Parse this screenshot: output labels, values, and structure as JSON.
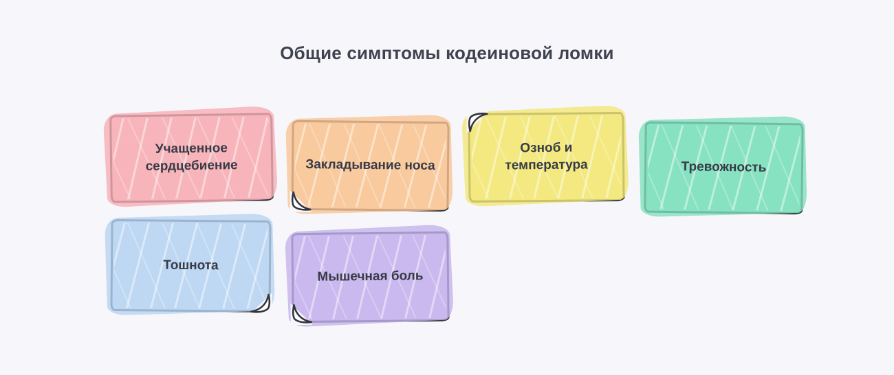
{
  "title": "Общие симптомы кодеиновой ломки",
  "colors": {
    "background": "#f7f7fb",
    "ink": "#33353d",
    "title_text": "#3f4350",
    "card_text": "#383b46"
  },
  "cards": [
    {
      "label": "Учащенное сердцебиение",
      "fill": "#f9d0d4",
      "shadow": "#f6aeb4",
      "fold": "none"
    },
    {
      "label": "Закладывание носа",
      "fill": "#fbdfc0",
      "shadow": "#f7c493",
      "fold": "bottom-left"
    },
    {
      "label": "Озноб и температура",
      "fill": "#faf3a1",
      "shadow": "#f1e678",
      "fold": "top-left"
    },
    {
      "label": "Тревожность",
      "fill": "#a6ebd0",
      "shadow": "#7fe0bd",
      "fold": "none"
    },
    {
      "label": "Тошнота",
      "fill": "#d9e8fa",
      "shadow": "#b7d3f1",
      "fold": "bottom-right"
    },
    {
      "label": "Мышечная боль",
      "fill": "#ded5f4",
      "shadow": "#c3b1ec",
      "fold": "bottom-left"
    }
  ]
}
